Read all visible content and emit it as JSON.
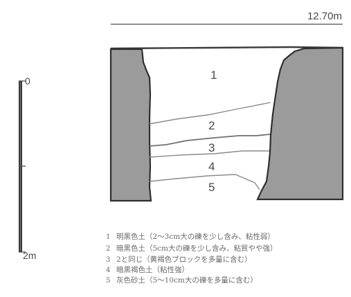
{
  "section": {
    "width_label": "12.70m"
  },
  "scale_bar": {
    "top_label": "0",
    "bottom_label": "2m"
  },
  "layers": [
    {
      "number": "1",
      "description": "明黒色土（2～3cm大の礫を少し含み、粘性弱）"
    },
    {
      "number": "2",
      "description": "暗黒色土（5cm大の礫を少し含み、粘質やや強）"
    },
    {
      "number": "3",
      "description": "2と同じ（黄褐色ブロックを多量に含む）"
    },
    {
      "number": "4",
      "description": "暗黒褐色土（粘性強）"
    },
    {
      "number": "5",
      "description": "灰色砂土（5～10cm大の礫を多量に含む）"
    }
  ]
}
